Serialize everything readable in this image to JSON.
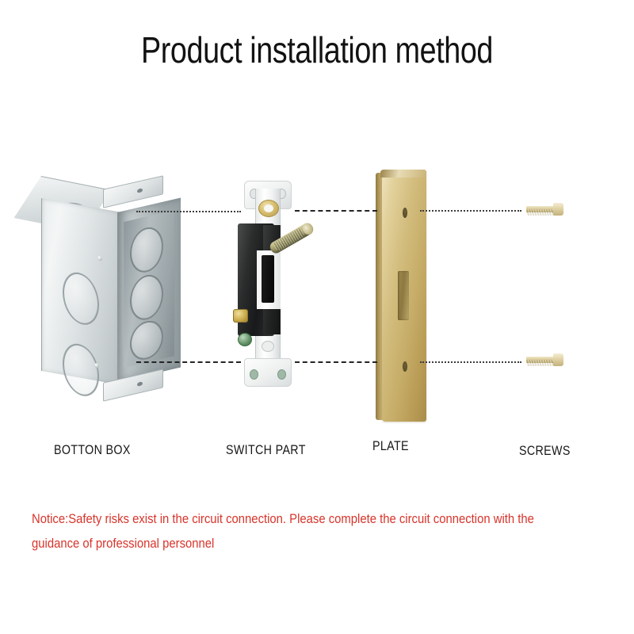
{
  "page": {
    "title": "Product installation method",
    "background_color": "#ffffff"
  },
  "colors": {
    "title_text": "#121212",
    "label_text": "#171717",
    "notice_text": "#d8342b",
    "connector_line": "#2c2c2c",
    "brass": "#c6ad68",
    "steel": "#dfe4e5"
  },
  "diagram": {
    "parts": [
      {
        "id": "bottom-box",
        "label": "BOTTON BOX",
        "icon": "metal-electrical-box-icon"
      },
      {
        "id": "switch-part",
        "label": "SWITCH PART",
        "icon": "toggle-switch-icon"
      },
      {
        "id": "plate",
        "label": "PLATE",
        "icon": "brass-wall-plate-icon"
      },
      {
        "id": "screws",
        "label": "SCREWS",
        "icon": "screw-icon"
      }
    ],
    "connectors": [
      {
        "id": "box-to-switch-top",
        "style": "dotted"
      },
      {
        "id": "box-to-switch-bottom",
        "style": "dashed"
      },
      {
        "id": "switch-to-plate-top",
        "style": "dashed"
      },
      {
        "id": "switch-to-plate-bottom",
        "style": "dashed"
      },
      {
        "id": "plate-to-screws-top",
        "style": "dotted"
      },
      {
        "id": "plate-to-screws-bottom",
        "style": "dotted"
      }
    ],
    "screw_count": 2
  },
  "notice": {
    "text": "Notice:Safety risks exist in the circuit connection. Please complete the circuit connection with the guidance of professional personnel"
  }
}
